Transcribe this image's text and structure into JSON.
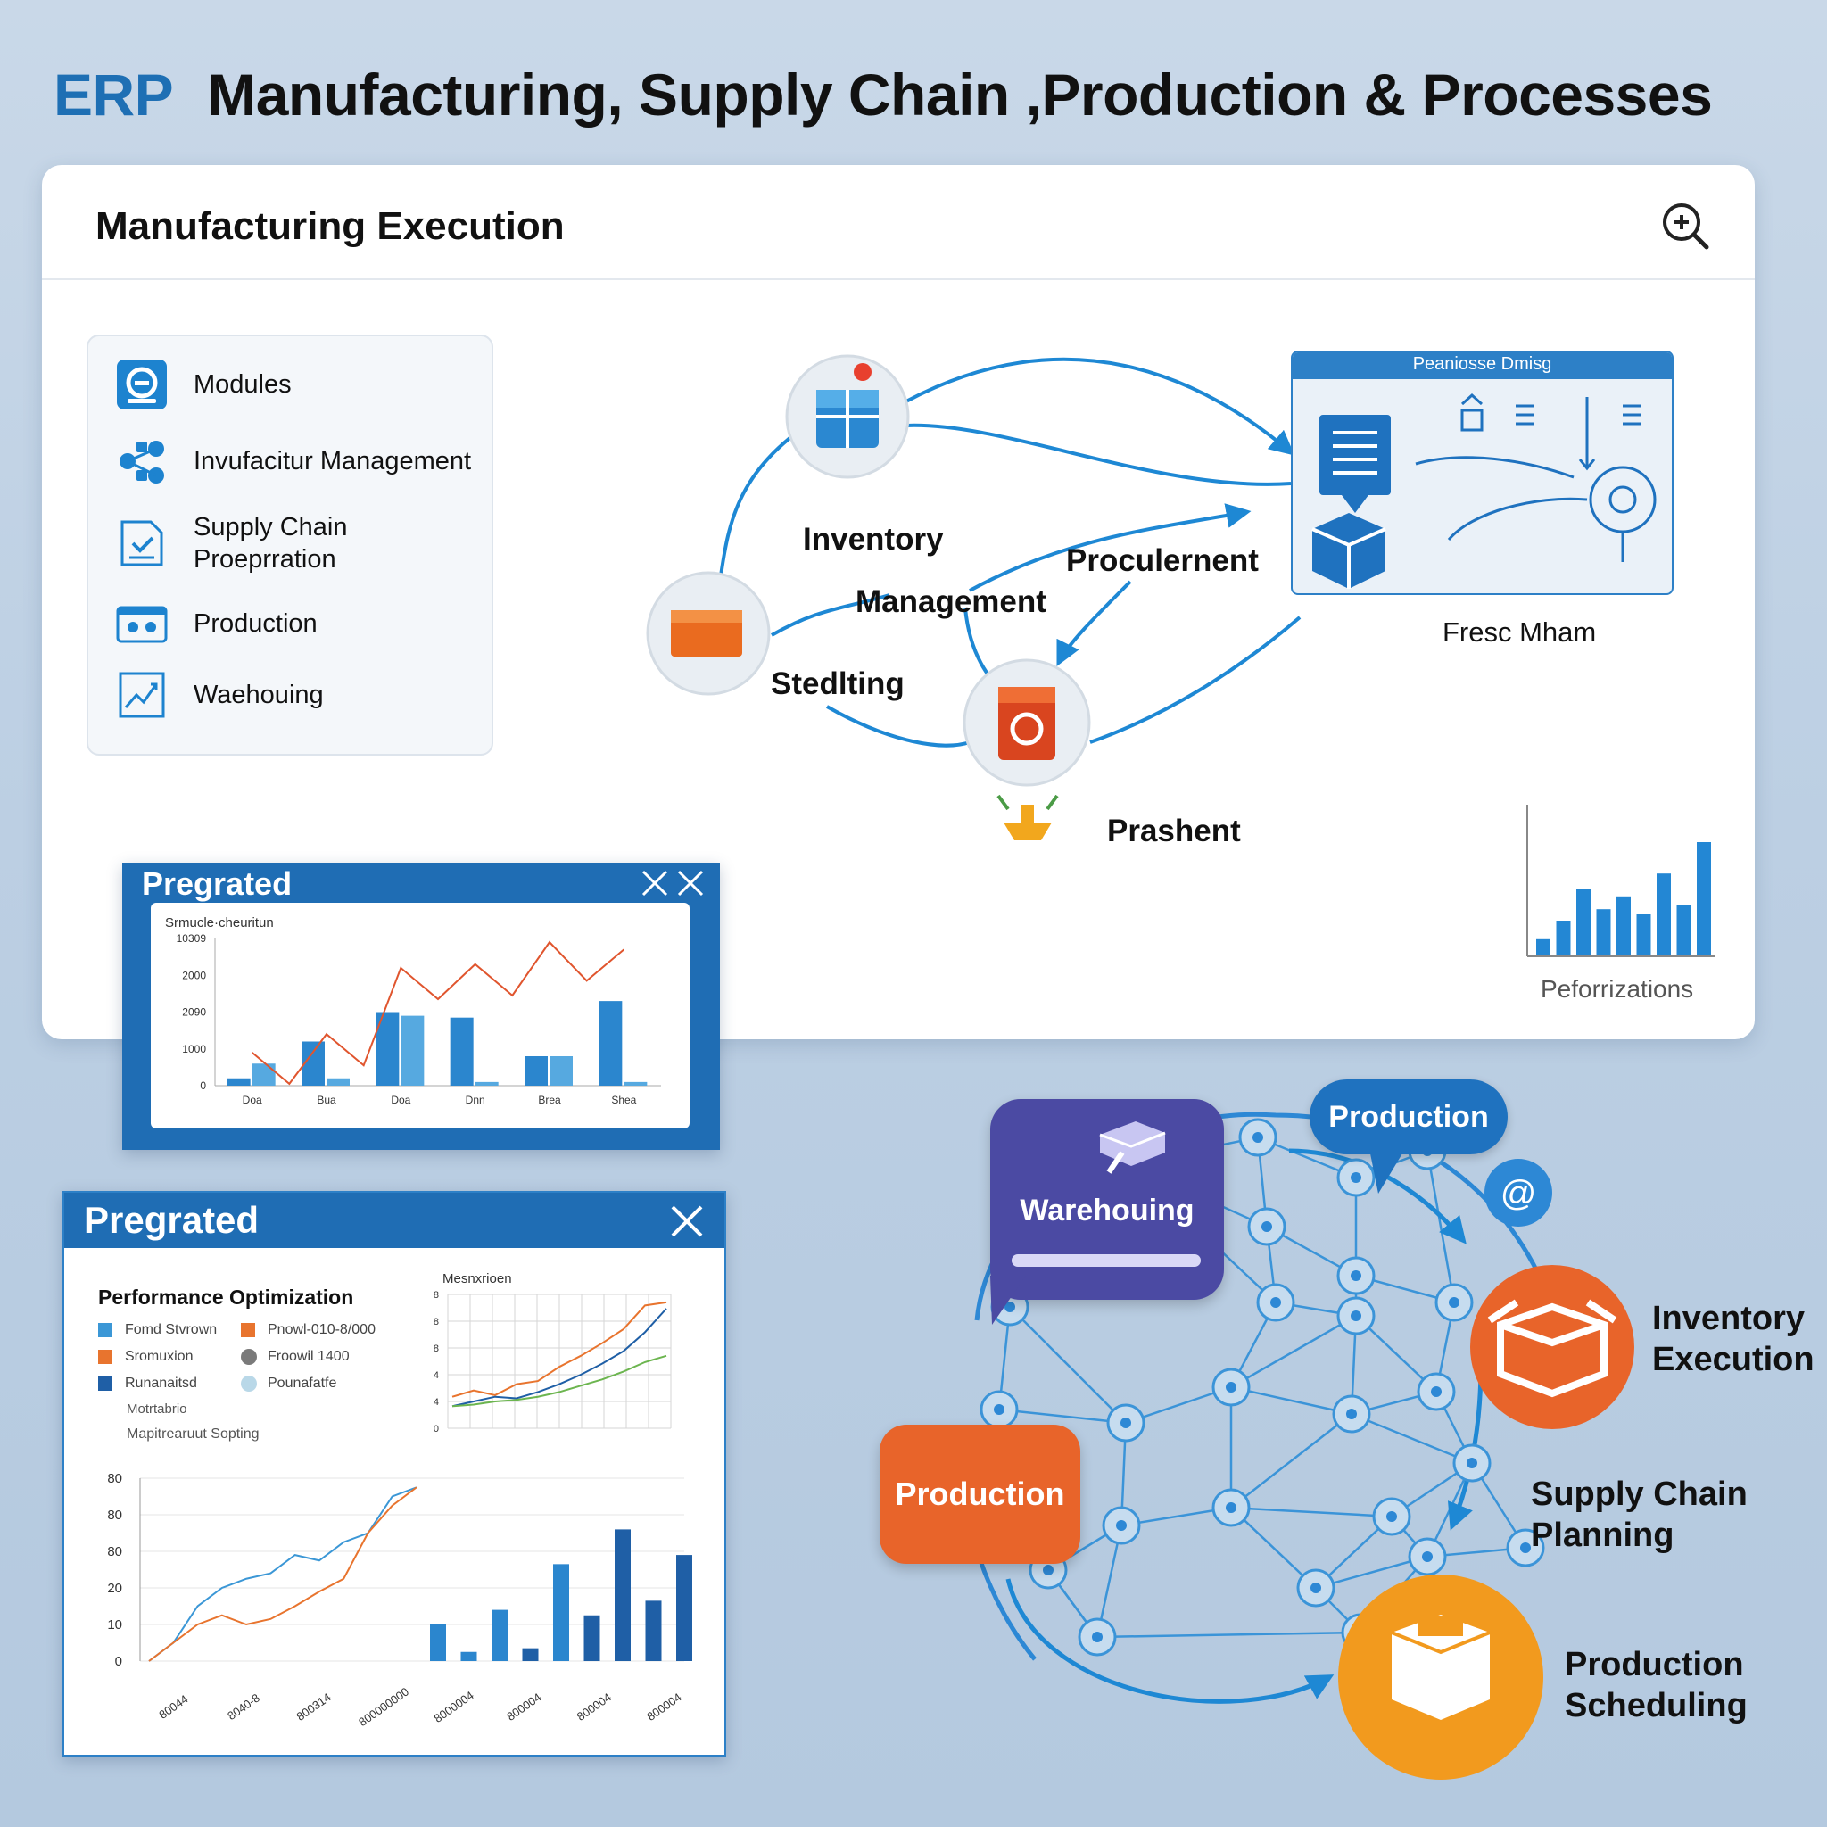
{
  "header": {
    "erp": "ERP",
    "title": "Manufacturing, Supply Chain ,Production &  Processes"
  },
  "exec_panel": {
    "title": "Manufacturing Execution",
    "zoom_icon": "zoom-in-icon",
    "modules": [
      {
        "label": "Modules",
        "icon": "modules-icon"
      },
      {
        "label": "Invufacitur Management",
        "icon": "management-icon"
      },
      {
        "label": "Supply Chain\nProeprration",
        "icon": "supply-chain-icon"
      },
      {
        "label": "Production",
        "icon": "production-icon"
      },
      {
        "label": "Waehouing",
        "icon": "warehousing-icon"
      }
    ],
    "flow_labels": {
      "inventory": "Inventory",
      "management": "Management",
      "procurement": "Proculernent",
      "steelting": "Stedlting",
      "prashent": "Prashent",
      "fresc_mham": "Fresc Mham"
    },
    "process_window_title": "Peaniosse Dmisg",
    "perf_label": "Peforrizations",
    "perf_bars": [
      0.12,
      0.25,
      0.47,
      0.33,
      0.42,
      0.3,
      0.58,
      0.36,
      0.8
    ]
  },
  "pregrated_1": {
    "title": "Pregrated",
    "subtitle": "Srmucle·cheuritun",
    "chart_data": {
      "type": "bar",
      "yticks": [
        "10309",
        "2000",
        "2090",
        "1000",
        "0"
      ],
      "categories": [
        "Doa",
        "Bua",
        "Doa",
        "Dnn",
        "Brea",
        "Shea"
      ],
      "ylim": [
        0,
        4000
      ],
      "series": [
        {
          "values": [
            200,
            1200,
            2000,
            1850,
            800,
            2300
          ]
        },
        {
          "values": [
            600,
            200,
            1900,
            100,
            800,
            100
          ]
        },
        {
          "values": [
            900,
            1400,
            3200,
            3300,
            3900,
            3700
          ]
        }
      ]
    }
  },
  "pregrated_2": {
    "title": "Pregrated",
    "perf_title": "Performance Optimization",
    "legend": [
      {
        "label": "Fomd Stvrown",
        "color": "#3b97d6",
        "shape": "square"
      },
      {
        "label": "Pnowl-010-8/000",
        "color": "#e8742e",
        "shape": "square"
      },
      {
        "label": "Sromuxion",
        "color": "#e8742e",
        "shape": "square"
      },
      {
        "label": "Froowil 1400",
        "color": "#7a7a7a",
        "shape": "circle"
      },
      {
        "label": "Runanaitsd",
        "color": "#1f5fa6",
        "shape": "square"
      },
      {
        "label": "Pounafatfe",
        "color": "#b9d8e8",
        "shape": "circle"
      }
    ],
    "note1": "Motrtabrio",
    "note2": "Mapitrearuut Sopting",
    "small_chart": {
      "title": "Mesnxrioen",
      "yticks": [
        "8",
        "8",
        "8",
        "4",
        "4",
        "0"
      ],
      "series": [
        {
          "color": "#e8742e",
          "values": [
            2,
            2.4,
            2.1,
            2.8,
            3,
            3.9,
            4.6,
            5.4,
            6.3,
            7.8,
            8
          ]
        },
        {
          "color": "#1f5fa6",
          "values": [
            1.4,
            1.7,
            2,
            1.9,
            2.3,
            2.8,
            3.4,
            4.1,
            4.9,
            6.1,
            7.6
          ]
        },
        {
          "color": "#6cb54f",
          "values": [
            1.4,
            1.5,
            1.7,
            1.8,
            2,
            2.3,
            2.7,
            3.1,
            3.6,
            4.2,
            4.6
          ]
        }
      ]
    },
    "chart_data": {
      "type": "bar",
      "yticks": [
        "80",
        "80",
        "80",
        "20",
        "10",
        "0"
      ],
      "categories": [
        "80044",
        "8040-8",
        "800314",
        "800000000",
        "8000004",
        "800004",
        "800004",
        "800004"
      ],
      "lines": [
        {
          "color": "#3b97d6",
          "values": [
            0,
            10,
            30,
            40,
            45,
            48,
            58,
            55,
            65,
            70,
            90,
            95
          ]
        },
        {
          "color": "#e8742e",
          "values": [
            0,
            10,
            20,
            25,
            20,
            23,
            30,
            38,
            45,
            70,
            85,
            95
          ]
        }
      ],
      "bars": [
        20,
        5,
        28,
        7,
        53,
        25,
        72,
        33,
        58
      ]
    }
  },
  "network": {
    "production_top": "Production",
    "warehousing": "Warehouing",
    "production_left": "Production",
    "inventory_execution": "Inventory\nExecution",
    "supply_chain_planning": "Supply Chain\nPlanning",
    "production_scheduling": "Production\nScheduling",
    "at_icon": "at-sign-icon",
    "colors": {
      "blue": "#2d8ad4",
      "orange": "#e8642a",
      "purple": "#4b4aa3",
      "amber": "#f29a1e"
    }
  }
}
